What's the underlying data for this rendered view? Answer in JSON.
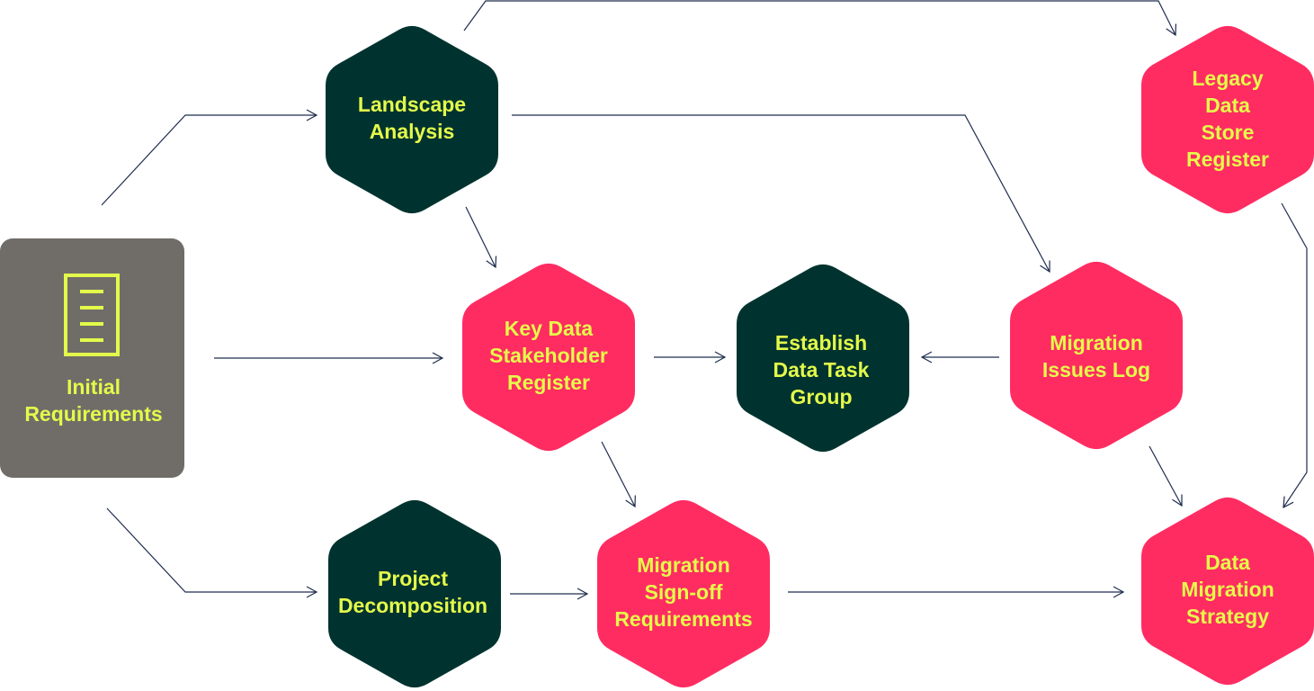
{
  "colors": {
    "dark": "#00332f",
    "pink": "#ff2c62",
    "gray": "#706d69",
    "text": "#e4fa4a",
    "arrow": "#1f2d4f"
  },
  "nodes": {
    "initial_requirements": {
      "label": "Initial\nRequirements",
      "icon": "document-list-icon"
    },
    "landscape_analysis": {
      "label": "Landscape\nAnalysis"
    },
    "legacy_data_store_register": {
      "label": "Legacy\nData Store\nRegister"
    },
    "key_data_stakeholder_register": {
      "label": "Key Data\nStakeholder\nRegister"
    },
    "establish_data_task_group": {
      "label": "Establish\nData Task\nGroup"
    },
    "migration_issues_log": {
      "label": "Migration\nIssues Log"
    },
    "project_decomposition": {
      "label": "Project\nDecomposition"
    },
    "migration_signoff_requirements": {
      "label": "Migration\nSign-off\nRequirements"
    },
    "data_migration_strategy": {
      "label": "Data\nMigration\nStrategy"
    }
  },
  "edges": [
    {
      "from": "initial_requirements",
      "to": "landscape_analysis"
    },
    {
      "from": "initial_requirements",
      "to": "key_data_stakeholder_register"
    },
    {
      "from": "initial_requirements",
      "to": "project_decomposition"
    },
    {
      "from": "landscape_analysis",
      "to": "legacy_data_store_register"
    },
    {
      "from": "landscape_analysis",
      "to": "migration_issues_log"
    },
    {
      "from": "landscape_analysis",
      "to": "key_data_stakeholder_register"
    },
    {
      "from": "key_data_stakeholder_register",
      "to": "establish_data_task_group"
    },
    {
      "from": "migration_issues_log",
      "to": "establish_data_task_group"
    },
    {
      "from": "key_data_stakeholder_register",
      "to": "migration_signoff_requirements"
    },
    {
      "from": "project_decomposition",
      "to": "migration_signoff_requirements"
    },
    {
      "from": "migration_signoff_requirements",
      "to": "data_migration_strategy"
    },
    {
      "from": "migration_issues_log",
      "to": "data_migration_strategy"
    },
    {
      "from": "legacy_data_store_register",
      "to": "data_migration_strategy"
    }
  ]
}
